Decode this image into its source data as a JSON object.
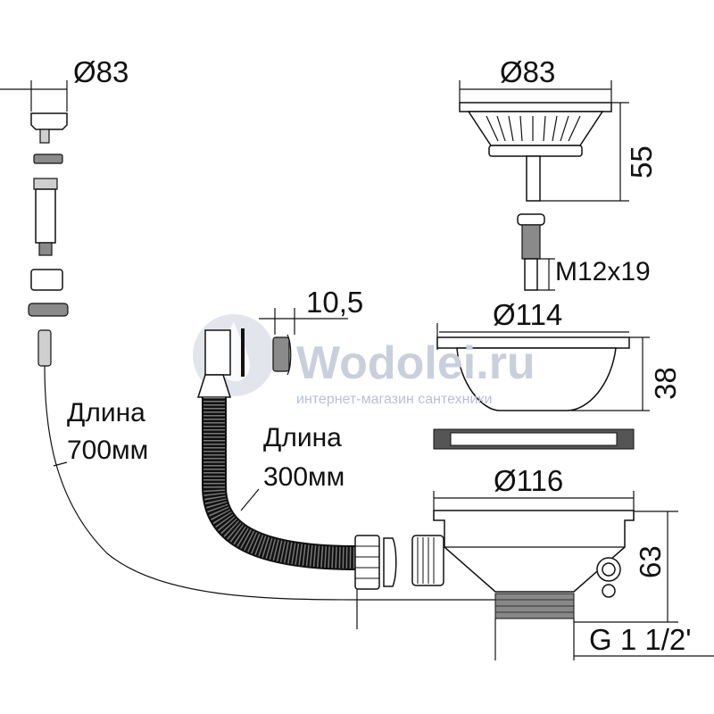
{
  "watermark": {
    "brand": "Wodolei.ru",
    "tagline": "интернет-магазин сантехники"
  },
  "dimensions": {
    "plug_diameter": "Ø83",
    "strainer_diameter": "Ø83",
    "strainer_height": "55",
    "screw_size": "M12x19",
    "cap_width": "10,5",
    "basket_diameter": "Ø114",
    "basket_height": "38",
    "body_diameter": "Ø116",
    "body_height": "63",
    "thread": "G 1 1/2'"
  },
  "cable": {
    "label": "Длина",
    "length": "700мм"
  },
  "hose": {
    "label": "Длина",
    "length": "300мм"
  }
}
